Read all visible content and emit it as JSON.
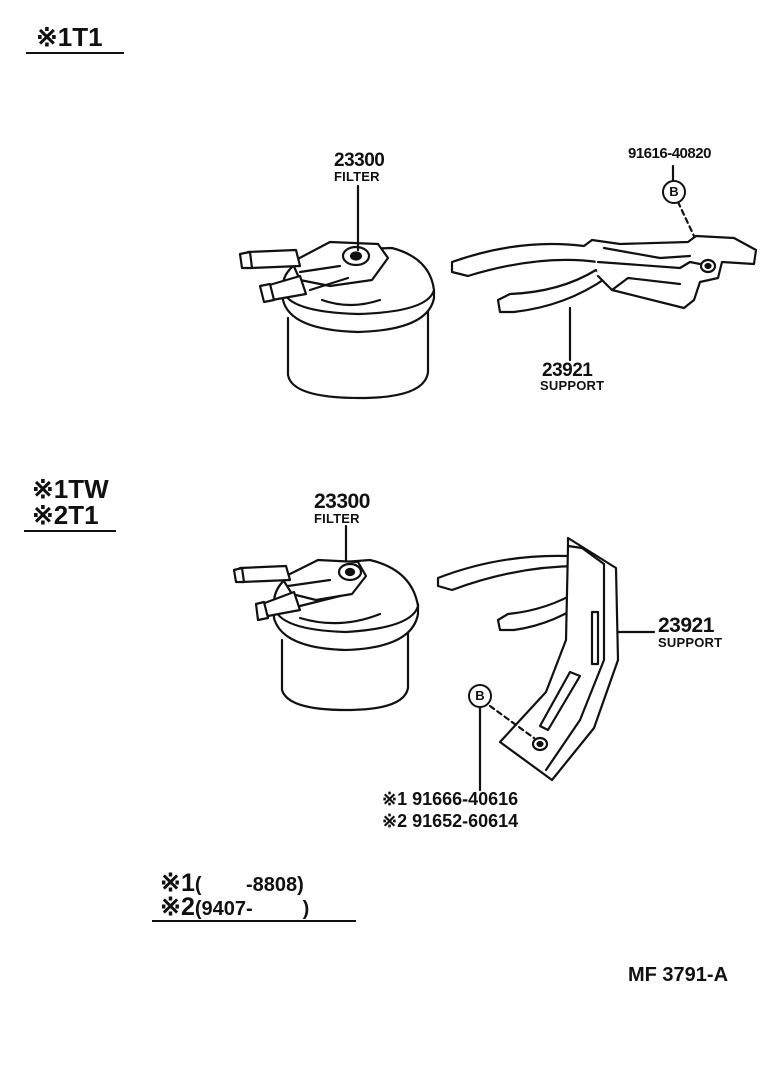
{
  "sections": [
    {
      "applicability": [
        "※1T1"
      ],
      "filter": {
        "part_no": "23300",
        "name": "FILTER"
      },
      "support": {
        "part_no": "23921",
        "name": "SUPPORT"
      },
      "bolt": {
        "part_no": "91616-40820",
        "callout": "B"
      }
    },
    {
      "applicability": [
        "※1TW",
        "※2T1"
      ],
      "filter": {
        "part_no": "23300",
        "name": "FILTER"
      },
      "support": {
        "part_no": "23921",
        "name": "SUPPORT"
      },
      "bolt": {
        "callout": "B",
        "part_nos": [
          "※1 91666-40616",
          "※2 91652-60614"
        ]
      }
    }
  ],
  "legend": {
    "line1": {
      "mark": "※1",
      "range": "(        -8808)"
    },
    "line2": {
      "mark": "※2",
      "range": "(9407-         )"
    }
  },
  "figure_code": "MF 3791-A"
}
